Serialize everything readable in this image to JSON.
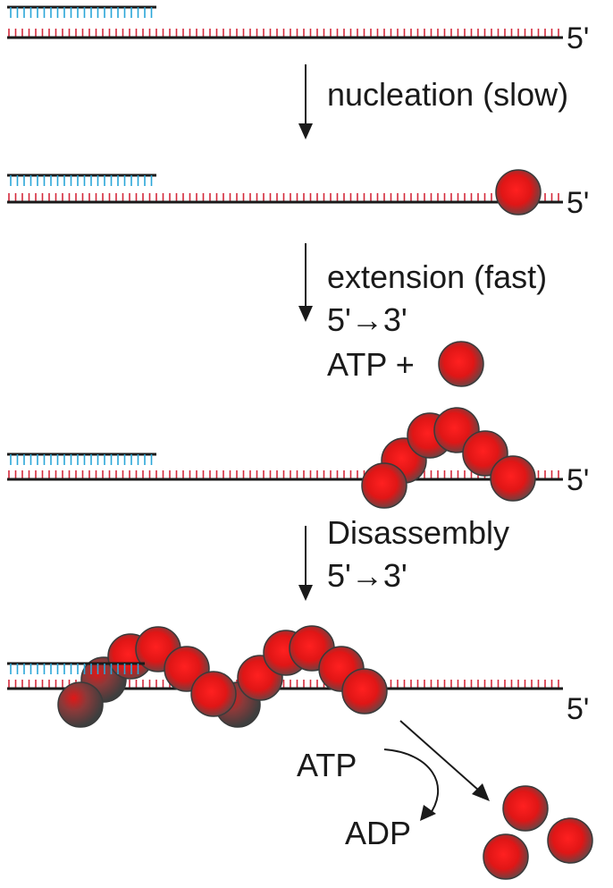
{
  "labels": {
    "step1": "nucleation (slow)",
    "step2": "extension (fast)",
    "step2_dir": "5'→3'",
    "step2_atp": "ATP +",
    "step3": "Disassembly",
    "step3_dir": "5'→3'",
    "atp": "ATP",
    "adp": "ADP"
  },
  "ends": {
    "row1": "5'",
    "row2": "5'",
    "row3": "5'",
    "row4": "5'"
  },
  "colors": {
    "strand": "#1a1a1a",
    "template_ticks": "#d42a3c",
    "primer_ticks": "#2aa7d8",
    "protein": "#e8141c",
    "protein_dark": "#4a4a4a"
  }
}
